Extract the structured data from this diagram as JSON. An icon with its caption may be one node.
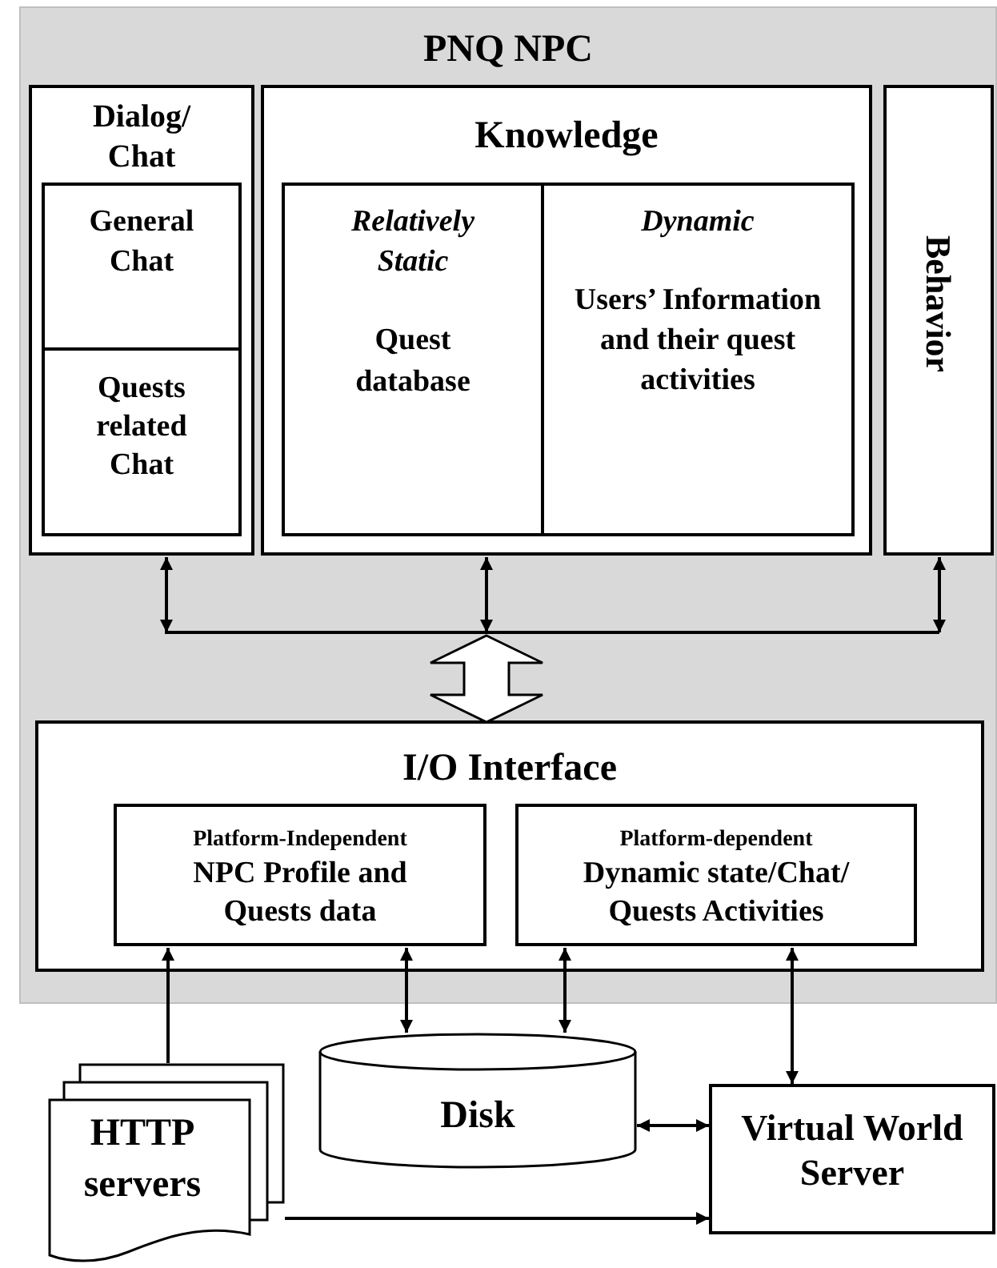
{
  "diagram": {
    "nodes": [
      {
        "text": [
          "PNQ NPC"
        ]
      },
      {
        "text": [
          "Dialog/ Chat"
        ],
        "in": 0
      },
      {
        "text": [
          "General Chat"
        ],
        "in": 1
      },
      {
        "text": [
          "Quests related Chat"
        ],
        "in": 1
      },
      {
        "text": [
          "Knowledge"
        ],
        "in": 0
      },
      {
        "text": [
          "Relatively Static",
          "Quest database"
        ],
        "in": 4
      },
      {
        "text": [
          "Dynamic",
          "Users’ Information and their quest activities"
        ],
        "in": 4
      },
      {
        "text": [
          "Behavior"
        ],
        "in": 0
      },
      {
        "text": [],
        "shape": "bar",
        "in": 0
      },
      {
        "text": [
          "I/O Interface"
        ],
        "in": 0
      },
      {
        "text": [
          "Platform-Independent",
          "NPC Profile and Quests data"
        ],
        "in": 9
      },
      {
        "text": [
          "Platform-dependent",
          "Dynamic state/Chat/ Quests Activities"
        ],
        "in": 9
      },
      {
        "text": [
          "Disk"
        ]
      },
      {
        "text": [
          "HTTP servers"
        ]
      },
      {
        "text": [
          "Virtual World Server"
        ]
      }
    ],
    "edges": [
      {
        "from": 1,
        "to": 8,
        "arrow": "both"
      },
      {
        "from": 4,
        "to": 8,
        "arrow": "both"
      },
      {
        "from": 7,
        "to": 8,
        "arrow": "both"
      },
      {
        "from": 8,
        "to": 9,
        "arrow": "both",
        "style": "thick"
      },
      {
        "from": 13,
        "to": 10,
        "arrow": "to"
      },
      {
        "from": 10,
        "to": 12,
        "arrow": "both"
      },
      {
        "from": 11,
        "to": 12,
        "arrow": "both"
      },
      {
        "from": 11,
        "to": 14,
        "arrow": "both"
      },
      {
        "from": 12,
        "to": 14,
        "arrow": "both"
      },
      {
        "from": 13,
        "to": 14,
        "arrow": "to"
      }
    ]
  }
}
